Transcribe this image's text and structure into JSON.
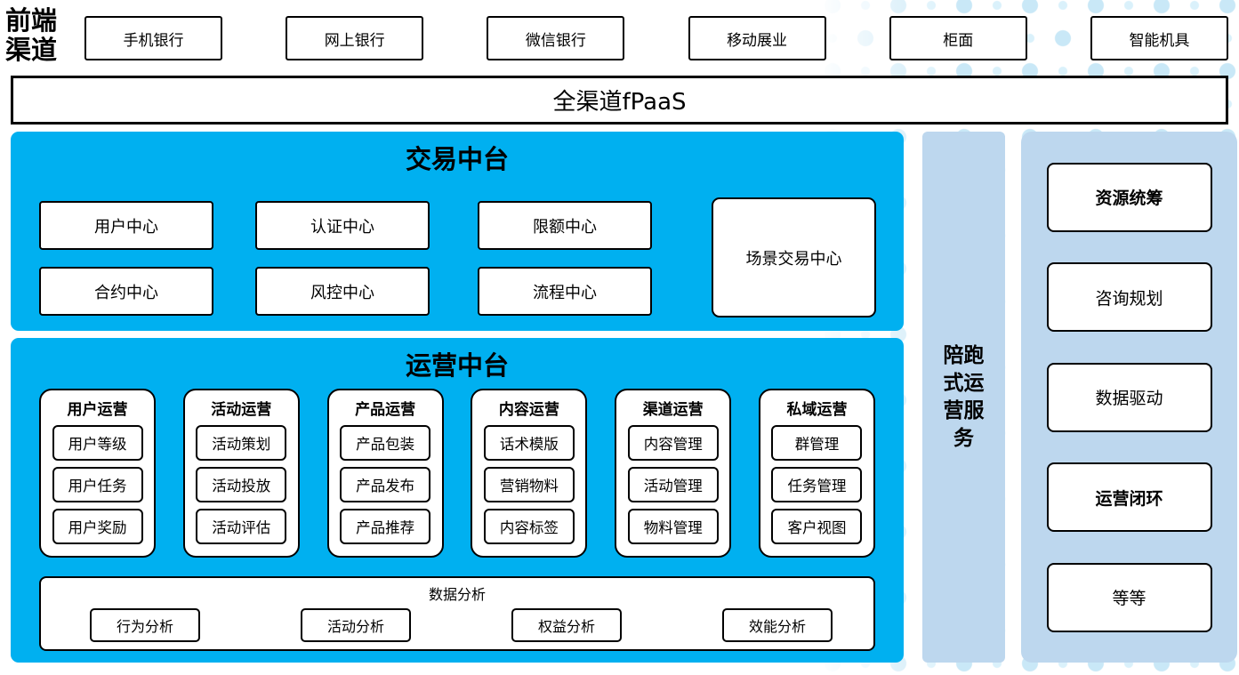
{
  "colors": {
    "section_blue": "#00B0F0",
    "panel_light_blue": "#BDD7EE",
    "dot_large": "#C9E8F7",
    "dot_small": "#DAF1FB",
    "box_border": "#000000",
    "box_bg": "#FFFFFF"
  },
  "frontend": {
    "label": "前端渠道",
    "channels": [
      "手机银行",
      "网上银行",
      "微信银行",
      "移动展业",
      "柜面",
      "智能机具"
    ]
  },
  "fpaas": {
    "label": "全渠道fPaaS"
  },
  "transaction": {
    "title": "交易中台",
    "centers": [
      "用户中心",
      "认证中心",
      "限额中心",
      "合约中心",
      "风控中心",
      "流程中心"
    ],
    "scene_center": "场景交易中心"
  },
  "operations": {
    "title": "运营中台",
    "groups": [
      {
        "title": "用户运营",
        "items": [
          "用户等级",
          "用户任务",
          "用户奖励"
        ]
      },
      {
        "title": "活动运营",
        "items": [
          "活动策划",
          "活动投放",
          "活动评估"
        ]
      },
      {
        "title": "产品运营",
        "items": [
          "产品包装",
          "产品发布",
          "产品推荐"
        ]
      },
      {
        "title": "内容运营",
        "items": [
          "话术模版",
          "营销物料",
          "内容标签"
        ]
      },
      {
        "title": "渠道运营",
        "items": [
          "内容管理",
          "活动管理",
          "物料管理"
        ]
      },
      {
        "title": "私域运营",
        "items": [
          "群管理",
          "任务管理",
          "客户视图"
        ]
      }
    ],
    "analysis": {
      "title": "数据分析",
      "items": [
        "行为分析",
        "活动分析",
        "权益分析",
        "效能分析"
      ]
    }
  },
  "side_bar": {
    "label": "陪跑式运营服务"
  },
  "right_panel": {
    "items": [
      {
        "label": "资源统筹",
        "bold": true
      },
      {
        "label": "咨询规划",
        "bold": false
      },
      {
        "label": "数据驱动",
        "bold": false
      },
      {
        "label": "运营闭环",
        "bold": true
      },
      {
        "label": "等等",
        "bold": false
      }
    ]
  }
}
